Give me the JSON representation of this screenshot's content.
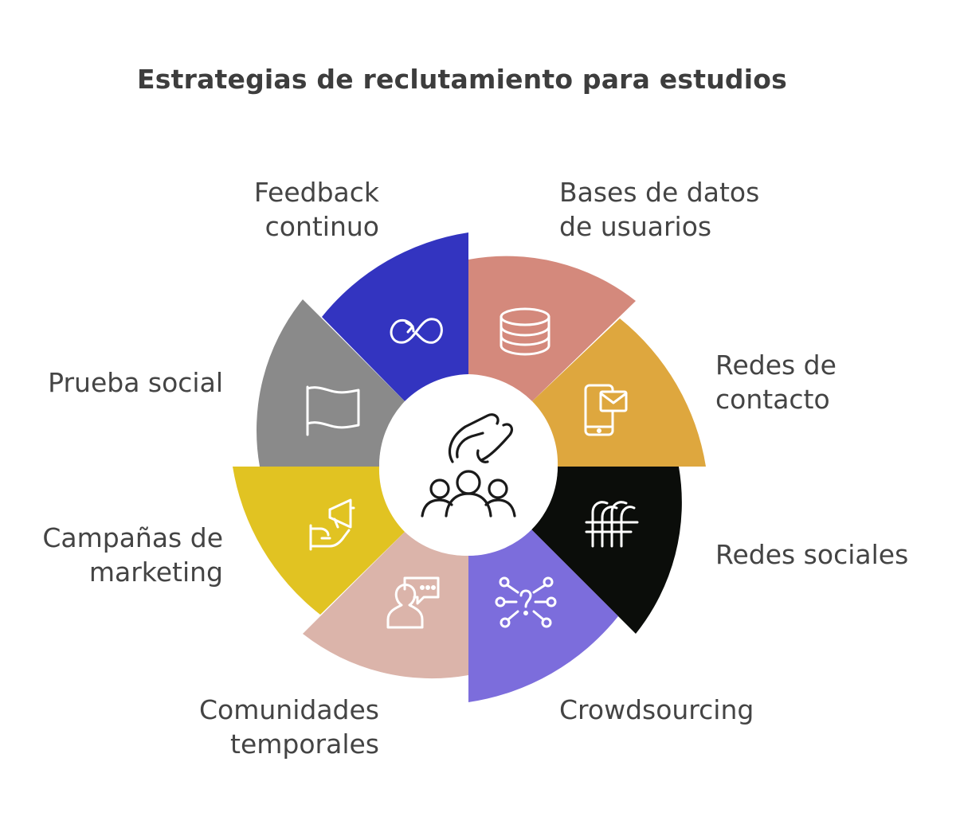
{
  "title": "Estrategias de reclutamiento para estudios",
  "segments": [
    {
      "id": "feedback",
      "lines": [
        "Feedback",
        "continuo"
      ],
      "color": "#3334c0",
      "icon": "infinity-icon"
    },
    {
      "id": "bases",
      "lines": [
        "Bases de datos",
        "de usuarios"
      ],
      "color": "#d4897c",
      "icon": "database-icon"
    },
    {
      "id": "contacto",
      "lines": [
        "Redes de",
        "contacto"
      ],
      "color": "#dea73e",
      "icon": "mobile-mail-icon"
    },
    {
      "id": "sociales",
      "lines": [
        "Redes sociales"
      ],
      "color": "#0b0d0a",
      "icon": "social-ff-icon"
    },
    {
      "id": "crowd",
      "lines": [
        "Crowdsourcing"
      ],
      "color": "#7c6ddc",
      "icon": "network-question-icon"
    },
    {
      "id": "comunidades",
      "lines": [
        "Comunidades",
        "temporales"
      ],
      "color": "#dbb4aa",
      "icon": "user-chat-icon"
    },
    {
      "id": "campanas",
      "lines": [
        "Campañas de",
        "marketing"
      ],
      "color": "#e1c322",
      "icon": "megaphone-hand-icon"
    },
    {
      "id": "prueba",
      "lines": [
        "Prueba social"
      ],
      "color": "#8a8a8a",
      "icon": "flag-icon"
    }
  ],
  "center": {
    "icon": "recruit-people-icon",
    "color": "#ffffff"
  }
}
